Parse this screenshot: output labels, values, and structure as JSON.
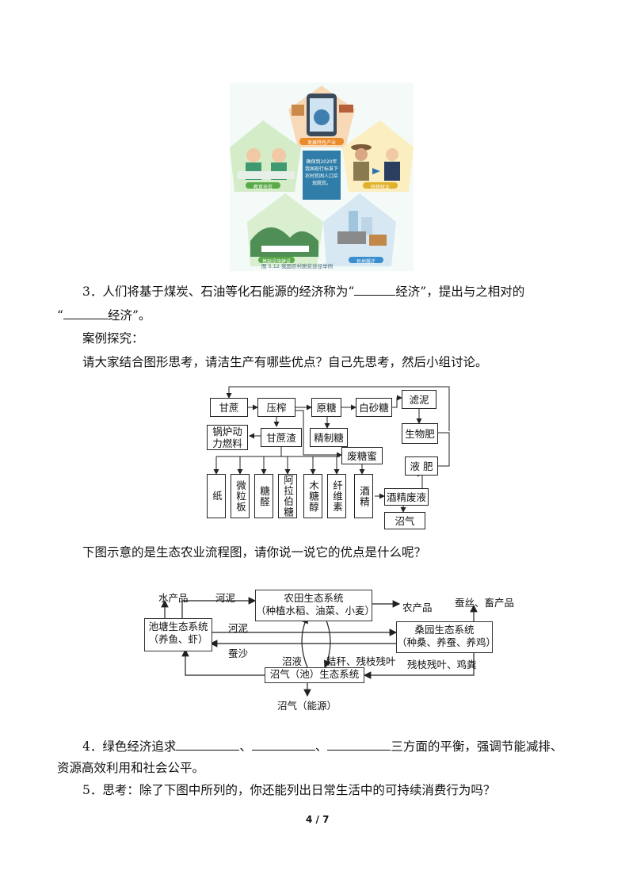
{
  "poverty_figure": {
    "center_text": "确保到2020年我国现行标准下农村贫困人口实现脱贫。",
    "labels": [
      "发展特色产业",
      "教育扶贫",
      "转移就业",
      "基础设施建设",
      "异地搬迁"
    ],
    "caption": "图 5.12   我国农村脱贫途径举例"
  },
  "q3": {
    "line1_before": "3．人们将基于煤炭、石油等化石能源的经济称为“",
    "line1_after": "经济”，提出与之相对的",
    "line2_open": "“",
    "line2_after": "经济”。"
  },
  "case": {
    "title": "案例探究：",
    "prompt": "请大家结合图形思考，请洁生产有哪些优点？自己先思考，然后小组讨论。"
  },
  "sugar_flow": {
    "nodes": {
      "ganzhe": "甘蔗",
      "yazha": "压榨",
      "yuantang": "原糖",
      "baishatang": "白砂糖",
      "luni": "滤泥",
      "guolu": "锅炉动力燃料",
      "ganzhezha": "甘蔗渣",
      "jingzhitang": "精制糖",
      "shengwufei": "生物肥",
      "feitangmi": "废糖蜜",
      "yefei": "液 肥",
      "zhi": "纸",
      "weilisban": "微粒板",
      "tangquan": "糖醛",
      "alabotang": "阿拉伯糖",
      "mutangchun": "木糖醇",
      "xianweisu": "纤维素",
      "jiujing": "酒精",
      "jiujingfeiye": "酒精废液",
      "zhaoqi": "沼气"
    }
  },
  "eco_intro": "下图示意的是生态农业流程图，请你说一说它的优点是什么呢？",
  "eco_flow": {
    "farm_title": "农田生态系统",
    "farm_sub": "（种植水稻、油菜、小麦）",
    "pond_title": "池塘生态系统",
    "pond_sub": "（养鱼、虾）",
    "mulberry_title": "桑园生态系统",
    "mulberry_sub": "（种桑、养蚕、养鸡）",
    "biogas_sys": "沼气（池）生态系统",
    "aquatic": "水产品",
    "farm_products": "农产品",
    "silk": "蚕丝、畜产品",
    "river_mud_1": "河泥",
    "river_mud_2": "河泥",
    "silkworm_sand": "蚕沙",
    "biogas_liquid": "沼液",
    "straw": "秸秆、残枝残叶",
    "branches": "残枝残叶、鸡粪",
    "biogas_energy": "沼气（能源）"
  },
  "q4": {
    "before": "4．绿色经济追求",
    "sep1": "、",
    "sep2": "、",
    "after": "三方面的平衡，强调节能减排、",
    "line2": "资源高效利用和社会公平。"
  },
  "q5": "5．思考：除了下图中所列的，你还能列出日常生活中的可持续消费行为吗？",
  "page_number": "4 / 7"
}
